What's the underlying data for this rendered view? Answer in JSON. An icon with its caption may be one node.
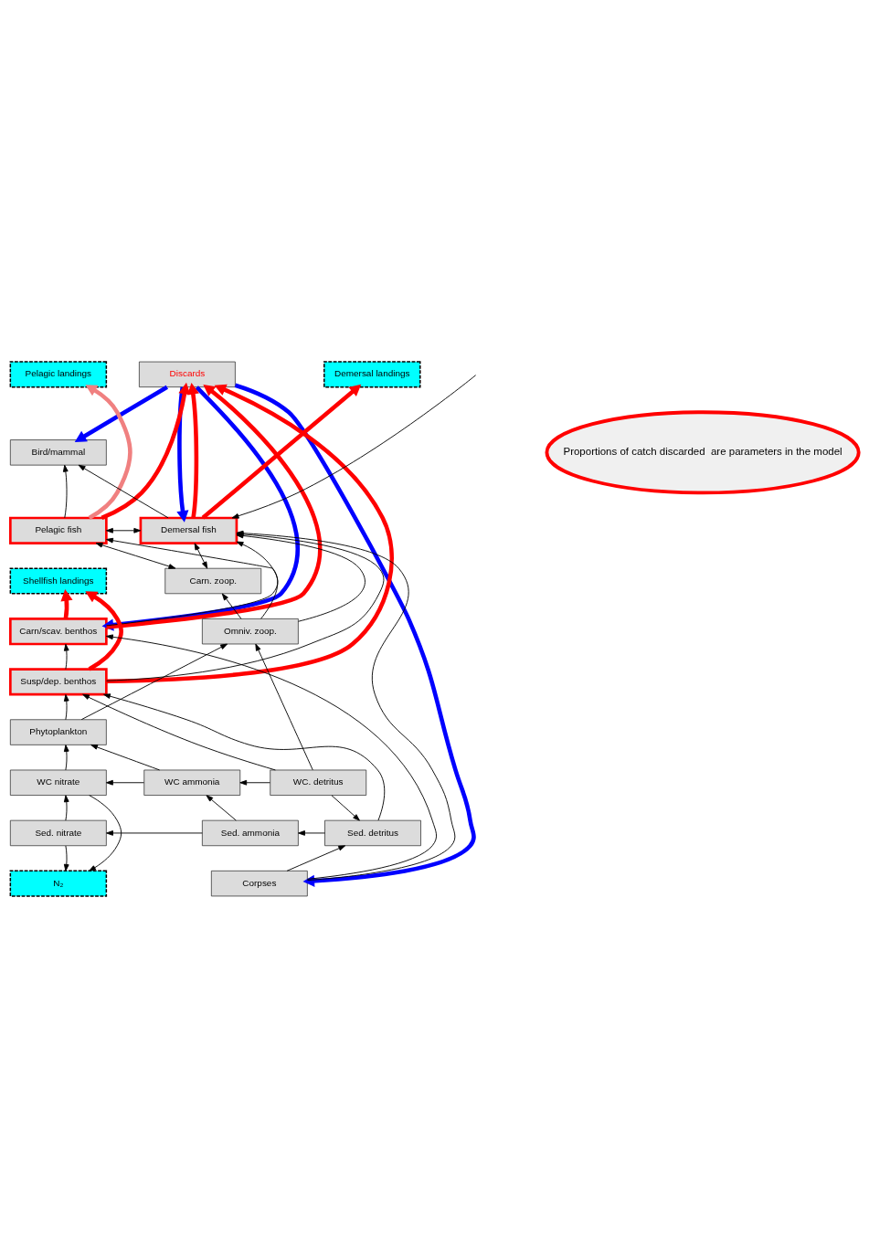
{
  "diagram": {
    "nodes": [
      {
        "text": [
          "Pelagic landings"
        ]
      },
      {
        "text": [
          "Discards"
        ]
      },
      {
        "text": [
          "Demersal landings"
        ]
      },
      {
        "text": [
          "Bird/mammal"
        ]
      },
      {
        "text": [
          "Proportions of catch discarded  are parameters in the model"
        ]
      },
      {
        "text": [
          "Pelagic fish"
        ]
      },
      {
        "text": [
          "Demersal fish"
        ]
      },
      {
        "text": [
          "Shellfish landings"
        ]
      },
      {
        "text": [
          "Carn. zoop."
        ]
      },
      {
        "text": [
          "Carn/scav. benthos"
        ]
      },
      {
        "text": [
          "Omniv. zoop."
        ]
      },
      {
        "text": [
          "Susp/dep. benthos"
        ]
      },
      {
        "text": [
          "Phytoplankton"
        ]
      },
      {
        "text": [
          "WC nitrate"
        ]
      },
      {
        "text": [
          "WC ammonia"
        ]
      },
      {
        "text": [
          "WC. detritus"
        ]
      },
      {
        "text": [
          "Sed. nitrate"
        ]
      },
      {
        "text": [
          "Sed. ammonia"
        ]
      },
      {
        "text": [
          "Sed. detritus"
        ]
      },
      {
        "text": [
          "N₂"
        ]
      },
      {
        "text": [
          "Corpses"
        ]
      }
    ],
    "edges": [
      {
        "from": 5,
        "to": 0,
        "arrow": "to",
        "style": "thick",
        "color": "#f08080"
      },
      {
        "from": 5,
        "to": 1,
        "arrow": "to",
        "style": "thick",
        "color": "#ff0000"
      },
      {
        "from": 6,
        "to": 1,
        "arrow": "to",
        "style": "thick",
        "color": "#ff0000"
      },
      {
        "from": 6,
        "to": 2,
        "arrow": "to",
        "style": "thick",
        "color": "#ff0000"
      },
      {
        "from": 9,
        "to": 1,
        "arrow": "to",
        "style": "thick",
        "color": "#ff0000"
      },
      {
        "from": 11,
        "to": 1,
        "arrow": "to",
        "style": "thick",
        "color": "#ff0000"
      },
      {
        "from": 9,
        "to": 7,
        "arrow": "to",
        "style": "thick",
        "color": "#ff0000"
      },
      {
        "from": 11,
        "to": 7,
        "arrow": "to",
        "style": "thick",
        "color": "#ff0000"
      },
      {
        "from": 1,
        "to": 3,
        "arrow": "to",
        "style": "thick",
        "color": "#0000ff"
      },
      {
        "from": 1,
        "to": 6,
        "arrow": "to",
        "style": "thick",
        "color": "#0000ff"
      },
      {
        "from": 1,
        "to": 9,
        "arrow": "to",
        "style": "thick",
        "color": "#0000ff"
      },
      {
        "from": 1,
        "to": 20,
        "arrow": "to",
        "style": "thick",
        "color": "#0000ff"
      },
      {
        "from": 5,
        "to": 3,
        "arrow": "to"
      },
      {
        "from": 6,
        "to": 3,
        "arrow": "to"
      },
      {
        "from": 5,
        "to": 6,
        "arrow": "both"
      },
      {
        "from": 10,
        "to": 5,
        "arrow": "to"
      },
      {
        "from": 10,
        "to": 6,
        "arrow": "to"
      },
      {
        "from": 8,
        "to": 5,
        "arrow": "both"
      },
      {
        "from": 8,
        "to": 6,
        "arrow": "both"
      },
      {
        "from": null,
        "to": 6,
        "arrow": "to"
      },
      {
        "from": 11,
        "to": 6,
        "arrow": "to"
      },
      {
        "from": 9,
        "to": 6,
        "arrow": "to"
      },
      {
        "from": 20,
        "to": 6,
        "arrow": "to"
      },
      {
        "from": 20,
        "to": 9,
        "arrow": "to"
      },
      {
        "from": 11,
        "to": 9,
        "arrow": "to"
      },
      {
        "from": 10,
        "to": 8,
        "arrow": "to"
      },
      {
        "from": 12,
        "to": 10,
        "arrow": "to"
      },
      {
        "from": 15,
        "to": 10,
        "arrow": "to"
      },
      {
        "from": 12,
        "to": 11,
        "arrow": "to"
      },
      {
        "from": 15,
        "to": 11,
        "arrow": "to"
      },
      {
        "from": 18,
        "to": 11,
        "arrow": "to"
      },
      {
        "from": 13,
        "to": 12,
        "arrow": "to"
      },
      {
        "from": 14,
        "to": 12,
        "arrow": "to"
      },
      {
        "from": 14,
        "to": 13,
        "arrow": "to"
      },
      {
        "from": 15,
        "to": 14,
        "arrow": "to"
      },
      {
        "from": 16,
        "to": 13,
        "arrow": "to"
      },
      {
        "from": 17,
        "to": 14,
        "arrow": "to"
      },
      {
        "from": 15,
        "to": 18,
        "arrow": "to"
      },
      {
        "from": 17,
        "to": 16,
        "arrow": "to"
      },
      {
        "from": 18,
        "to": 17,
        "arrow": "to"
      },
      {
        "from": 13,
        "to": 19,
        "arrow": "to"
      },
      {
        "from": 16,
        "to": 19,
        "arrow": "to"
      },
      {
        "from": 20,
        "to": 18,
        "arrow": "to"
      }
    ]
  }
}
